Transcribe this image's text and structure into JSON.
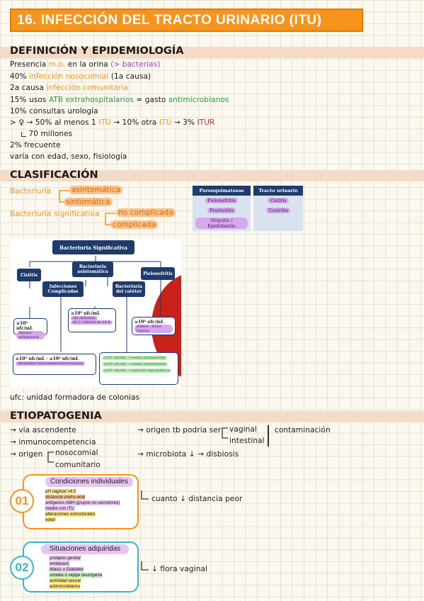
{
  "title": "16. INFECCIÓN DEL TRACTO URINARIO (ITU)",
  "sections": {
    "def": "DEFINICIÓN Y EPIDEMIOLOGÍA",
    "cls": "CLASIFICACIÓN",
    "etio": "ETIOPATOGENIA"
  },
  "def_lines": {
    "l1a": "Presencia",
    "l1b": "m.o.",
    "l1c": "en la orina",
    "l1d": "(> bacterias)",
    "l2a": "40%",
    "l2b": "infección nosocomial",
    "l2c": "(1a causa)",
    "l3a": "2a causa",
    "l3b": "infección comunitaria",
    "l4a": "15% usos",
    "l4b": "ATB extrahospitalarios",
    "l4c": "= gasto",
    "l4d": "antimicrobianos",
    "l5": "10% consultas urología",
    "l6a": "> ♀ → 50% al menos 1",
    "l6b": "ITU",
    "l6c": "→ 10% otra",
    "l6d": "ITU",
    "l6e": "→ 3%",
    "l6f": "ITUR",
    "l7": "70 millones",
    "l8": "2% frecuente",
    "l9": "varía con edad, sexo, fisiología"
  },
  "cls": {
    "bact": "Bacteriuria",
    "asint": "asintomática",
    "sint": "sintomática",
    "bact_sig": "Bacteriuria significativa",
    "no_compl": "no complicada",
    "compl": "complicada",
    "table": {
      "h1": "Parenquimatosas",
      "h2": "Tracto urinario",
      "r1c1": "Pielonefritis",
      "r1c2": "Cistitis",
      "r2c1": "Prostatitis",
      "r2c2": "Uretritis",
      "r3c1": "Orquitis / Epididimitis",
      "r3c2": ""
    },
    "diagram": {
      "top": "Bacteriuria Significativa",
      "cistitis": "Cistitis",
      "asint": "Bacteriuria asintomática",
      "pielo": "Pielonefritis",
      "infc": "Infecciones Complicadas",
      "cateter": "Bacteriuria del catéter",
      "b1_val": "≥10³ ufc/mL",
      "b1_note": "Disuria · polaquiuria",
      "b2_val": "≥10⁵ ufc/mL",
      "b2_note1": "sin síntomas",
      "b2_note2": "en 2 cultivos en 24 h",
      "b3_val": "≥10⁴ ufc/mL",
      "b3_note": "Fiebre · Dolor lumbar",
      "b4_val": "≥10⁵ ufc/mL · ≥10⁴ ufc/mL",
      "b4_note": "Anomalías funcionales/estructurales",
      "b5_l1": "≥10⁵ ufc/mL → sonda permanente",
      "b5_l2": "≥10⁴ ufc/mL → sonda intermitente",
      "b5_l3": "≥10² ufc/mL → punción suprapúbica"
    },
    "ufc": "ufc: unidad formadora de colonias"
  },
  "etio": {
    "a1": "→ vía ascendente",
    "a2": "→ inmunocompetencia",
    "a3": "→ origen",
    "a3b": "nosocomial",
    "a3c": "comunitario",
    "b1": "→ origen tb podría ser",
    "b1a": "vaginal",
    "b1b": "intestinal",
    "b1c": "contaminación",
    "b2": "→ microbiota ↓ →",
    "b2b": "disbiosis",
    "box1_num": "01",
    "box1_title": "Condiciones individuales",
    "box1_items": [
      "pH vaginal >4.5",
      "distancia uretro-anal",
      "antígenos ABH (grupos no secretores)",
      "madre con ITU",
      "alteraciones estructurales",
      "edad"
    ],
    "box1_note": "cuanto ↓ distancia peor",
    "box2_num": "02",
    "box2_title": "Situaciones adquiridas",
    "box2_items": [
      "prolapso genital",
      "embarazo",
      "litiasis o Diabetes",
      "sondas o vejiga neurógena",
      "actividad sexual",
      "antimicrobianos"
    ],
    "box2_note": "↓ flora vaginal"
  },
  "colors": {
    "accent": "#f7941d",
    "purple": "#9b3fbf",
    "navy": "#1f3b6e",
    "band": "#f4dbc8",
    "teal": "#36b7c7"
  }
}
